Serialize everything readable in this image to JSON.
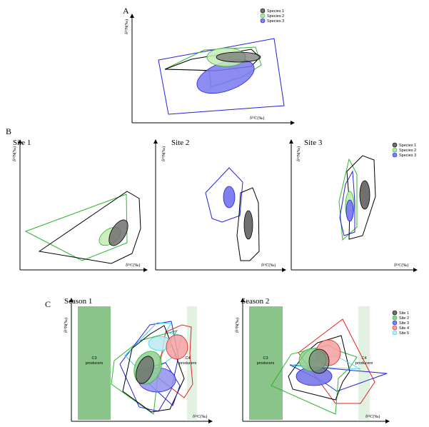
{
  "panel_a": {
    "letter": "A",
    "ylabel": "δ¹⁵N(‰)",
    "xlabel": "δ¹³C(‰)",
    "legend": [
      "Species 1",
      "Species 2",
      "Species 3"
    ]
  },
  "panel_b": {
    "letter": "B",
    "ylabel": "δ¹⁵N(‰)",
    "xlabel": "δ¹³C(‰)",
    "sites": [
      "Site 1",
      "Site 2",
      "Site 3"
    ],
    "legend": [
      "Species 1",
      "Species 2",
      "Species 3"
    ]
  },
  "panel_c": {
    "letter": "C",
    "ylabel": "δ¹⁵N(‰)",
    "xlabel": "δ¹³C(‰)",
    "seasons": [
      "Season 1",
      "Season 2"
    ],
    "c3_label": [
      "C3",
      "producers"
    ],
    "c4_label": [
      "C4",
      "producers"
    ],
    "legend": [
      "Site 1",
      "Site 2",
      "Site 3",
      "Site 4",
      "Site 5"
    ]
  },
  "colors": {
    "species1": "#000000",
    "species2": "#2fb52f",
    "species3": "#2222dd",
    "site1": "#000000",
    "site2": "#2fb52f",
    "site3": "#2222dd",
    "site4": "#e02020",
    "site5": "#30d8e8",
    "c3_band": "#8ac48a",
    "c4_band": "#e2f2e2"
  }
}
